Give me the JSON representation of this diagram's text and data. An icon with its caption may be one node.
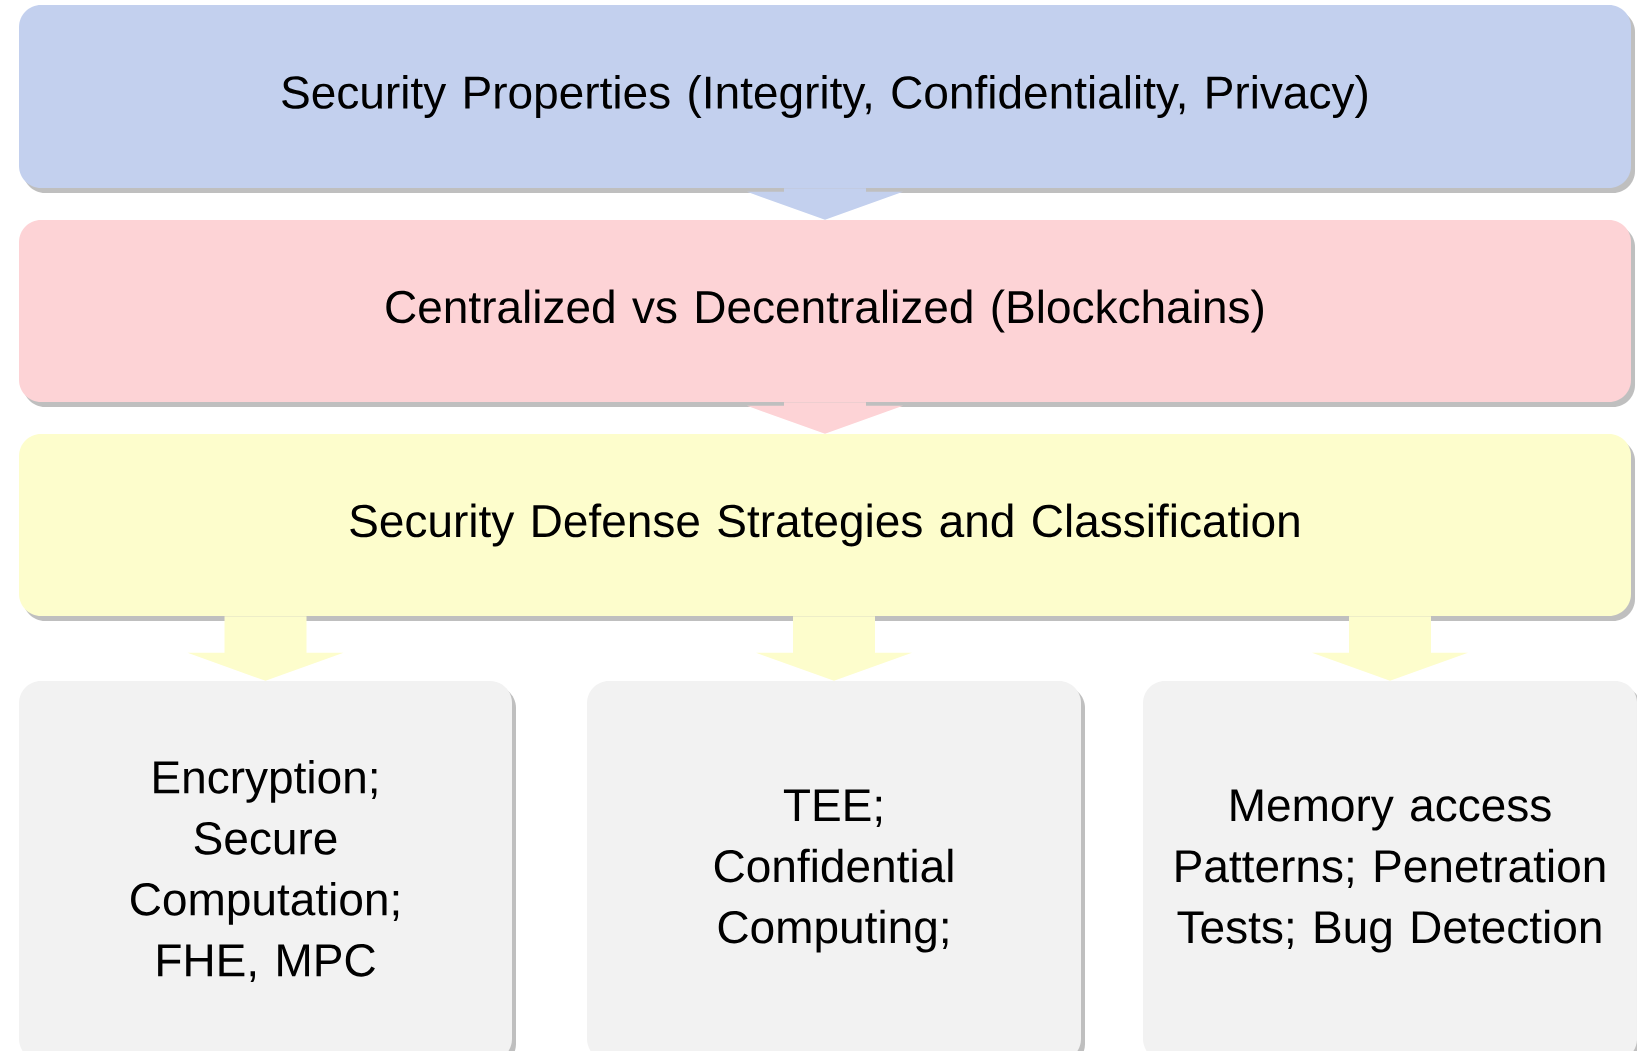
{
  "diagram": {
    "nodes": [
      {
        "text": [
          "Security Properties (Integrity, Confidentiality, Privacy)"
        ]
      },
      {
        "text": [
          "Centralized vs Decentralized (Blockchains)"
        ]
      },
      {
        "text": [
          "Security Defense Strategies and Classification"
        ]
      },
      {
        "text": [
          "Encryption; Secure Computation; FHE, MPC"
        ]
      },
      {
        "text": [
          "TEE; Confidential Computing;"
        ]
      },
      {
        "text": [
          "Memory access Patterns; Penetration Tests; Bug Detection"
        ]
      }
    ],
    "edges": [
      {
        "from": 0,
        "to": 1,
        "arrow": "to",
        "color": "#c3d0ee"
      },
      {
        "from": 1,
        "to": 2,
        "arrow": "to",
        "color": "#fdd3d6"
      },
      {
        "from": 2,
        "to": 3,
        "arrow": "to",
        "color": "#fdfdcc"
      },
      {
        "from": 2,
        "to": 4,
        "arrow": "to",
        "color": "#fdfdcc"
      },
      {
        "from": 2,
        "to": 5,
        "arrow": "to",
        "color": "#fdfdcc"
      }
    ]
  }
}
